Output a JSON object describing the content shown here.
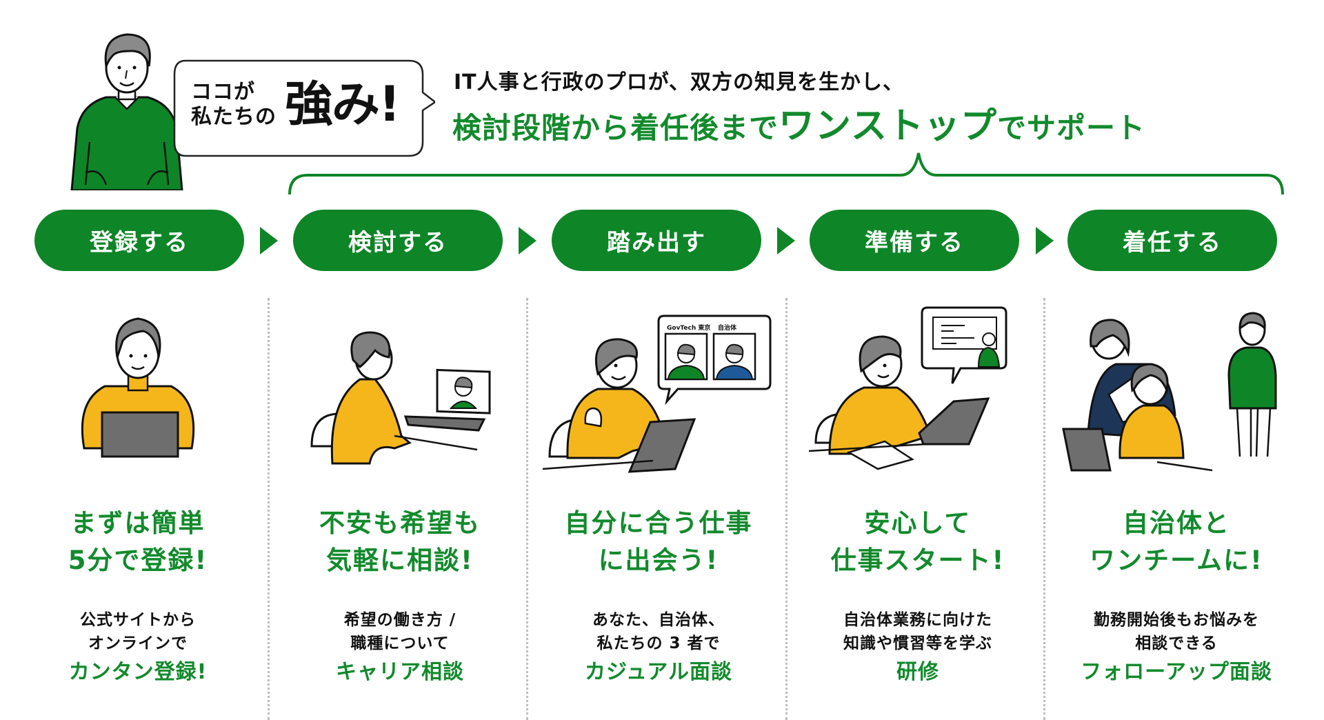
{
  "header": {
    "bubble": {
      "small_line1": "ココが",
      "small_line2": "私たちの",
      "big": "強み!"
    },
    "title_line1": "IT人事と行政のプロが、双方の知見を生かし、",
    "title_line2_part1": "検討段階から着任後まで",
    "title_line2_emphasis": "ワンストップ",
    "title_line2_part2": "でサポート"
  },
  "colors": {
    "brand_green": "#0e8527",
    "text_green": "#128a2c",
    "sweater_yellow": "#f5b61b",
    "laptop_gray": "#6e6e6e",
    "hair_gray": "#808080",
    "navy": "#1d3556",
    "divider_gray": "#bdbdbd"
  },
  "steps": [
    {
      "label": "登録する",
      "headline_line1": "まずは簡単",
      "headline_line2": "5分で登録!",
      "body_line1": "公式サイトから",
      "body_line2": "オンラインで",
      "accent": "カンタン登録!",
      "illustration": "person-with-laptop"
    },
    {
      "label": "検討する",
      "headline_line1": "不安も希望も",
      "headline_line2": "気軽に相談!",
      "body_line1": "希望の働き方 /",
      "body_line2": "職種について",
      "accent": "キャリア相談",
      "illustration": "video-call-consultation"
    },
    {
      "label": "踏み出す",
      "headline_line1": "自分に合う仕事",
      "headline_line2": "に出会う!",
      "body_line1": "あなた、自治体、",
      "body_line2": "私たちの 3 者で",
      "accent": "カジュアル面談",
      "illustration": "three-party-meeting",
      "bubble_labels": [
        "GovTech 東京",
        "自治体"
      ]
    },
    {
      "label": "準備する",
      "headline_line1": "安心して",
      "headline_line2": "仕事スタート!",
      "body_line1": "自治体業務に向けた",
      "body_line2": "知識や慣習等を学ぶ",
      "accent": "研修",
      "illustration": "online-training"
    },
    {
      "label": "着任する",
      "headline_line1": "自治体と",
      "headline_line2": "ワンチームに!",
      "body_line1": "勤務開始後もお悩みを",
      "body_line2": "相談できる",
      "accent": "フォローアップ面談",
      "illustration": "team-at-work"
    }
  ]
}
